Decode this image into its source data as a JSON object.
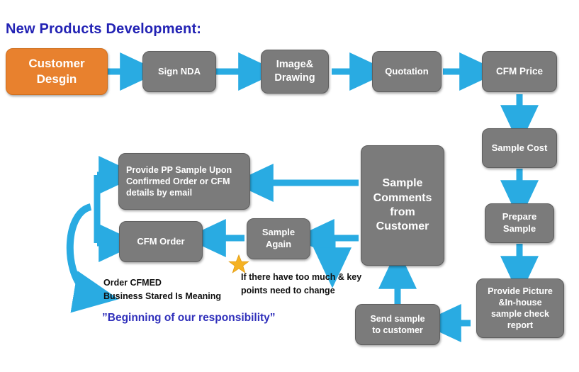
{
  "title": "New Products Development:",
  "colors": {
    "title_blue": "#2222b4",
    "box_gray": "#7b7b7b",
    "box_orange": "#e8812e",
    "arrow_blue": "#29abe2",
    "star_gold": "#f5b223",
    "quote_blue": "#3030bb",
    "note_black": "#101010"
  },
  "nodes": {
    "customer_design": "Customer\nDesgin",
    "sign_nda": "Sign NDA",
    "image_drawing": "Image&\nDrawing",
    "quotation": "Quotation",
    "cfm_price": "CFM Price",
    "sample_cost": "Sample Cost",
    "prepare_sample": "Prepare\nSample",
    "provide_picture": "Provide Picture\n&In-house\nsample check\nreport",
    "send_sample": "Send sample\nto customer",
    "sample_comments": "Sample\nComments\nfrom\nCustomer",
    "sample_again": "Sample\nAgain",
    "cfm_order": "CFM Order",
    "provide_pp": "Provide PP Sample Upon\nConfirmed Order or CFM\ndetails by email"
  },
  "notes": {
    "star_note": "If there have too much & key\npoints need to change",
    "order_note": "Order CFMED\nBusiness Stared Is  Meaning",
    "quote": "”Beginning of our responsibility”"
  },
  "icons": {
    "star": "star-icon"
  }
}
